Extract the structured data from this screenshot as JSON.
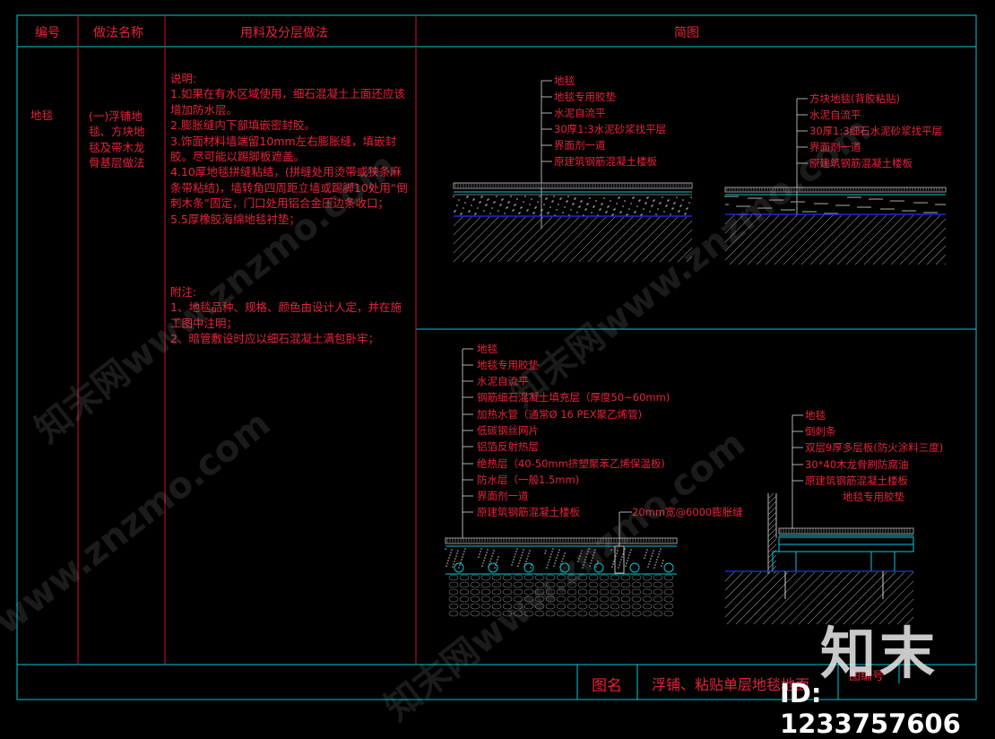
{
  "header": {
    "col1": "编号",
    "col2": "做法名称",
    "col3": "用料及分层做法",
    "col4": "简图"
  },
  "row": {
    "code": "地毯",
    "name": "(一)浮铺地毯、方块地毯及带木龙骨基层做法",
    "notes_title": "说明:",
    "notes": [
      "1.如果在有水区域使用，细石混凝土上面还应该增加防水层。",
      "2.膨胀缝内下部填嵌密封胶。",
      "3.饰面材料墙端留10mm左右膨胀缝，填嵌封胶。尽可能以踢脚板遮盖。",
      "4.10厚地毯拼缝粘结，(拼缝处用烫带或狭条麻条带粘结)，墙转角四周距立墙或踢脚10处用“倒刺木条”固定，门口处用铝合金压边条收口；",
      "5.5厚橡胶海绵地毯衬垫；"
    ],
    "appendix_title": "附注:",
    "appendix": [
      "1、地毯品种、规格、颜色由设计人定，并在施工图中注明；",
      "2、暗管敷设时应以细石混凝土满包卧牢；"
    ]
  },
  "diagram_a": {
    "labels": [
      "地毯",
      "地毯专用胶垫",
      "水泥自流平",
      "30厚1:3水泥砂浆找平层",
      "界面剂一道",
      "原建筑钢筋混凝土楼板"
    ]
  },
  "diagram_b": {
    "labels": [
      "方块地毯(背胶粘贴)",
      "水泥自流平",
      "30厚1:3细石水泥砂浆找平层",
      "界面剂一道",
      "原建筑钢筋混凝土楼板"
    ]
  },
  "diagram_c": {
    "labels": [
      "地毯",
      "地毯专用胶垫",
      "水泥自流平",
      "钢筋细石混凝土填充层（厚度50~60mm)",
      "加热水管（通常Ø 16 PEX聚乙烯管)",
      "低碳钢丝网片",
      "铝箔反射热层",
      "绝热层（40-50mm挤塑聚苯乙烯保温板)",
      "防水层（一般1.5mm)",
      "界面剂一道",
      "原建筑钢筋混凝土楼板"
    ],
    "joint_label": "20mm宽@6000膨胀缝"
  },
  "diagram_d": {
    "labels": [
      "地毯",
      "倒刺条",
      "双层9厚多层板(防火涂料三度)",
      "30*40木龙骨刷防腐油",
      "原建筑钢筋混凝土楼板"
    ],
    "pad_label": "地毯专用胶垫"
  },
  "footer": {
    "name_label": "图名",
    "name": "浮铺、粘贴单层地毯地面",
    "number_label": "图编号"
  },
  "watermark": {
    "logo": "知末",
    "id": "ID: 1233757606",
    "text": [
      "知末网www.znzmo.com",
      "www.znzmo.com"
    ]
  },
  "colors": {
    "frame": "#00c8d7",
    "divider": "#d0102a",
    "text": "#e8233a",
    "hatch": "#8a8a8a",
    "baseline": "#2233ff"
  }
}
